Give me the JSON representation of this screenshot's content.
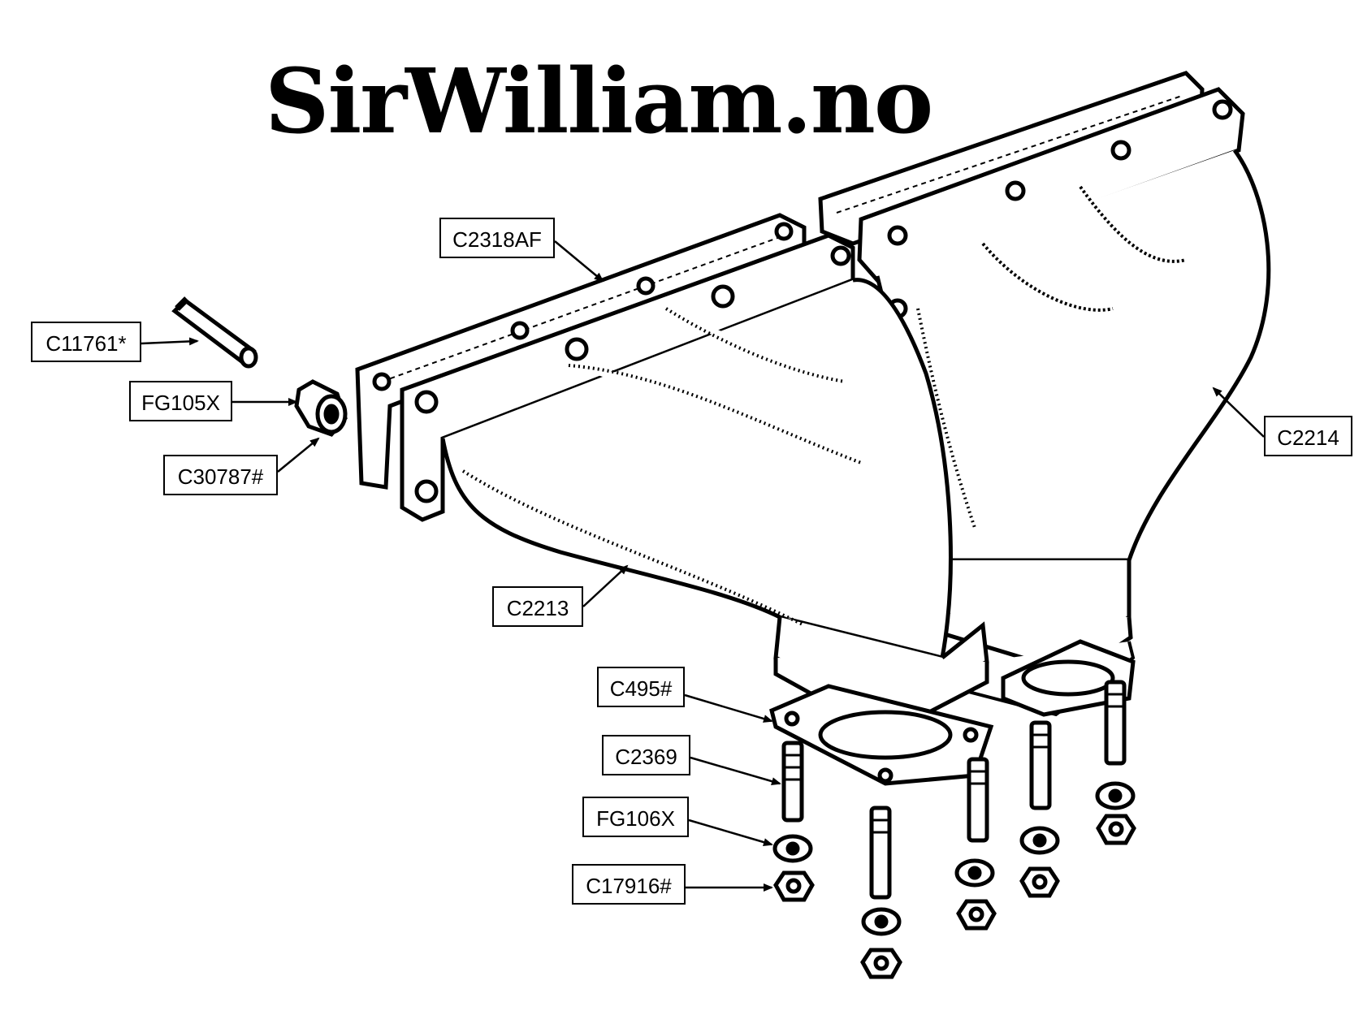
{
  "title": "SirWilliam.no",
  "part_labels": {
    "gasket": "C2318AF",
    "dowel": "C11761*",
    "bush": "FG105X",
    "nut_small": "C30787#",
    "rear_manifold": "C2214",
    "front_manifold": "C2213",
    "flange_gasket": "C495#",
    "stud": "C2369",
    "spring_washer": "FG106X",
    "nut": "C17916#"
  }
}
